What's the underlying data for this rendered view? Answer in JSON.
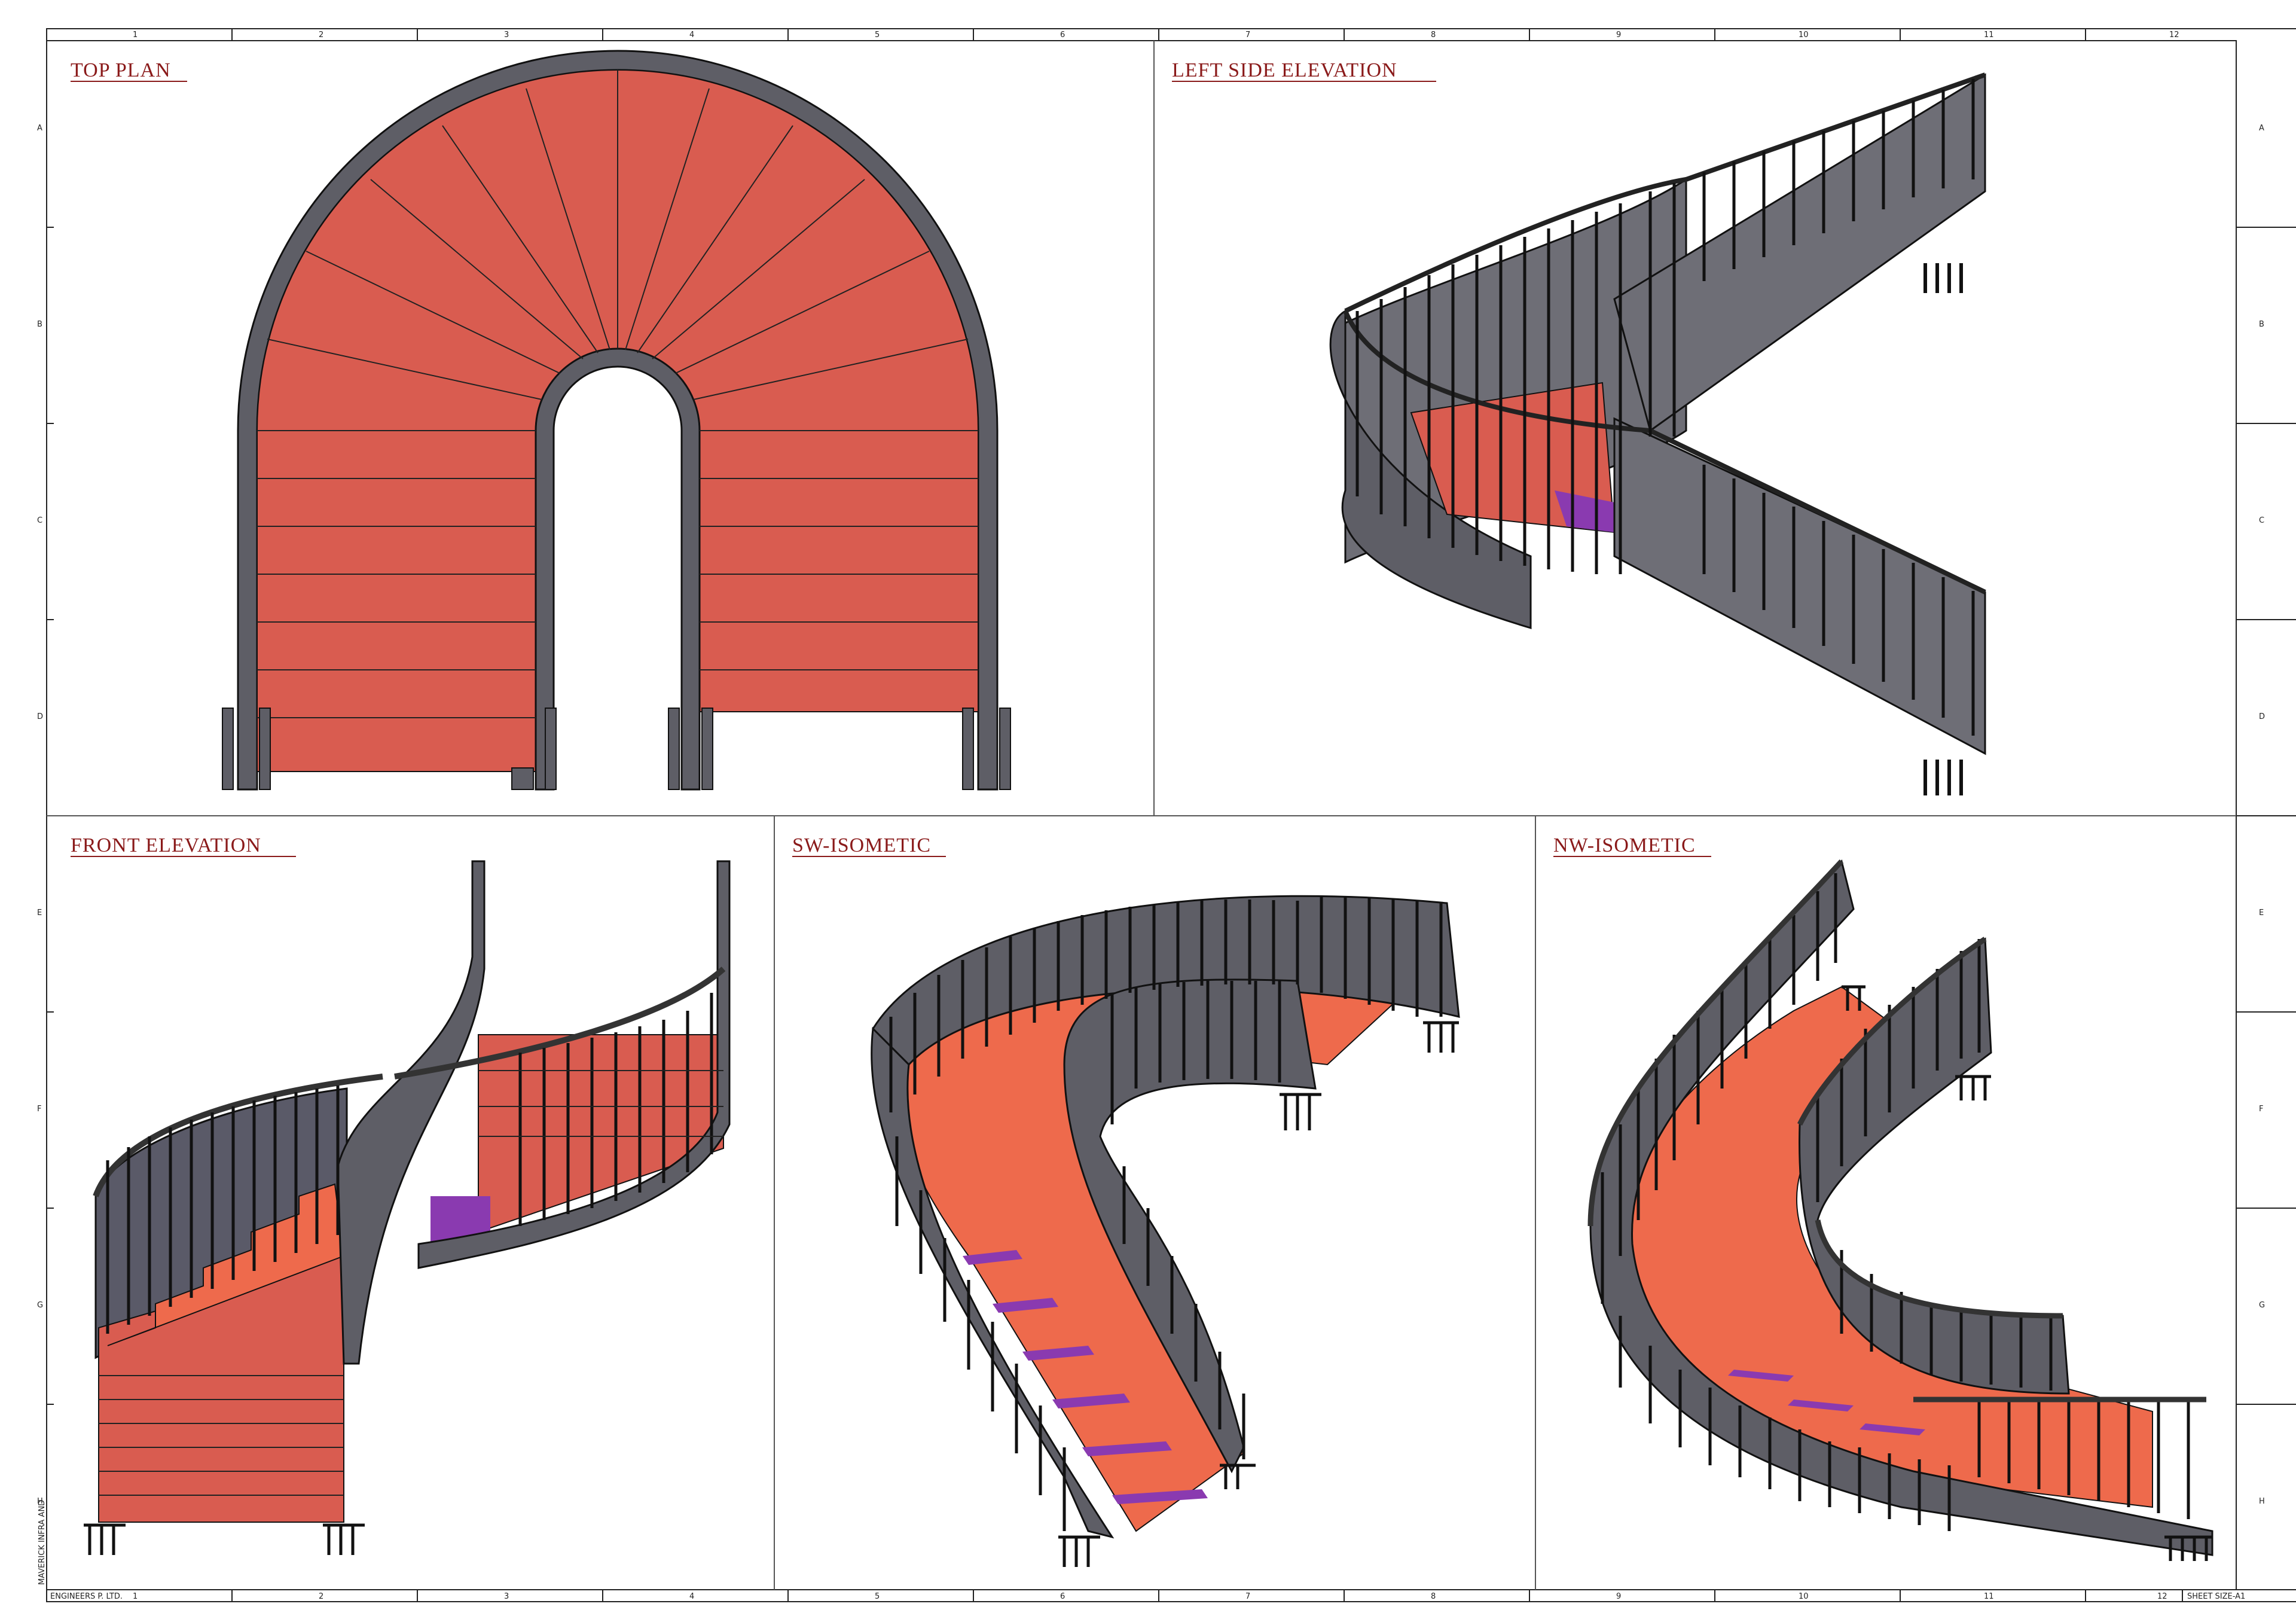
{
  "sheet": {
    "column_labels": [
      "1",
      "2",
      "3",
      "4",
      "5",
      "6",
      "7",
      "8",
      "9",
      "10",
      "11",
      "12"
    ],
    "row_labels": [
      "A",
      "B",
      "C",
      "D",
      "E",
      "F",
      "G",
      "H"
    ],
    "bottom_column_labels": [
      "2",
      "3",
      "4",
      "5",
      "6",
      "7",
      "8",
      "9",
      "10",
      "11"
    ],
    "company_left": "ENGINEERS P. LTD.",
    "company_left_num": "1",
    "company_vertical": "MAVERICK INFRA AND",
    "sheet_size_num": "12",
    "sheet_size": "SHEET SIZE-A1"
  },
  "views": {
    "top_plan": "TOP PLAN",
    "left_side_elevation": "LEFT SIDE ELEVATION",
    "front_elevation": "FRONT ELEVATION",
    "sw_isometric": "SW-ISOMETIC",
    "nw_isometric": "NW-ISOMETIC"
  },
  "colors": {
    "tread": "#d95c50",
    "tread_light": "#ee6a4c",
    "steel": "#5e5e66",
    "steel_dark": "#2a2a30",
    "riser_purple": "#8a3ab0",
    "title": "#8a1a1a"
  }
}
